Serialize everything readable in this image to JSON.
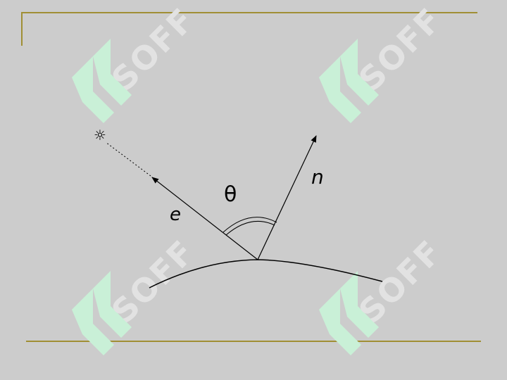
{
  "labels": {
    "normal": "n",
    "eye_vector": "e",
    "angle": "θ"
  },
  "icons": {
    "light_source": "☼"
  },
  "watermark": {
    "text": "SOFF"
  },
  "colors": {
    "background": "#cccccc",
    "frame_line": "#a08f34",
    "watermark_logo": "#c9f0d7",
    "watermark_text": "#e2e2e2",
    "diagram_stroke": "#000000"
  }
}
